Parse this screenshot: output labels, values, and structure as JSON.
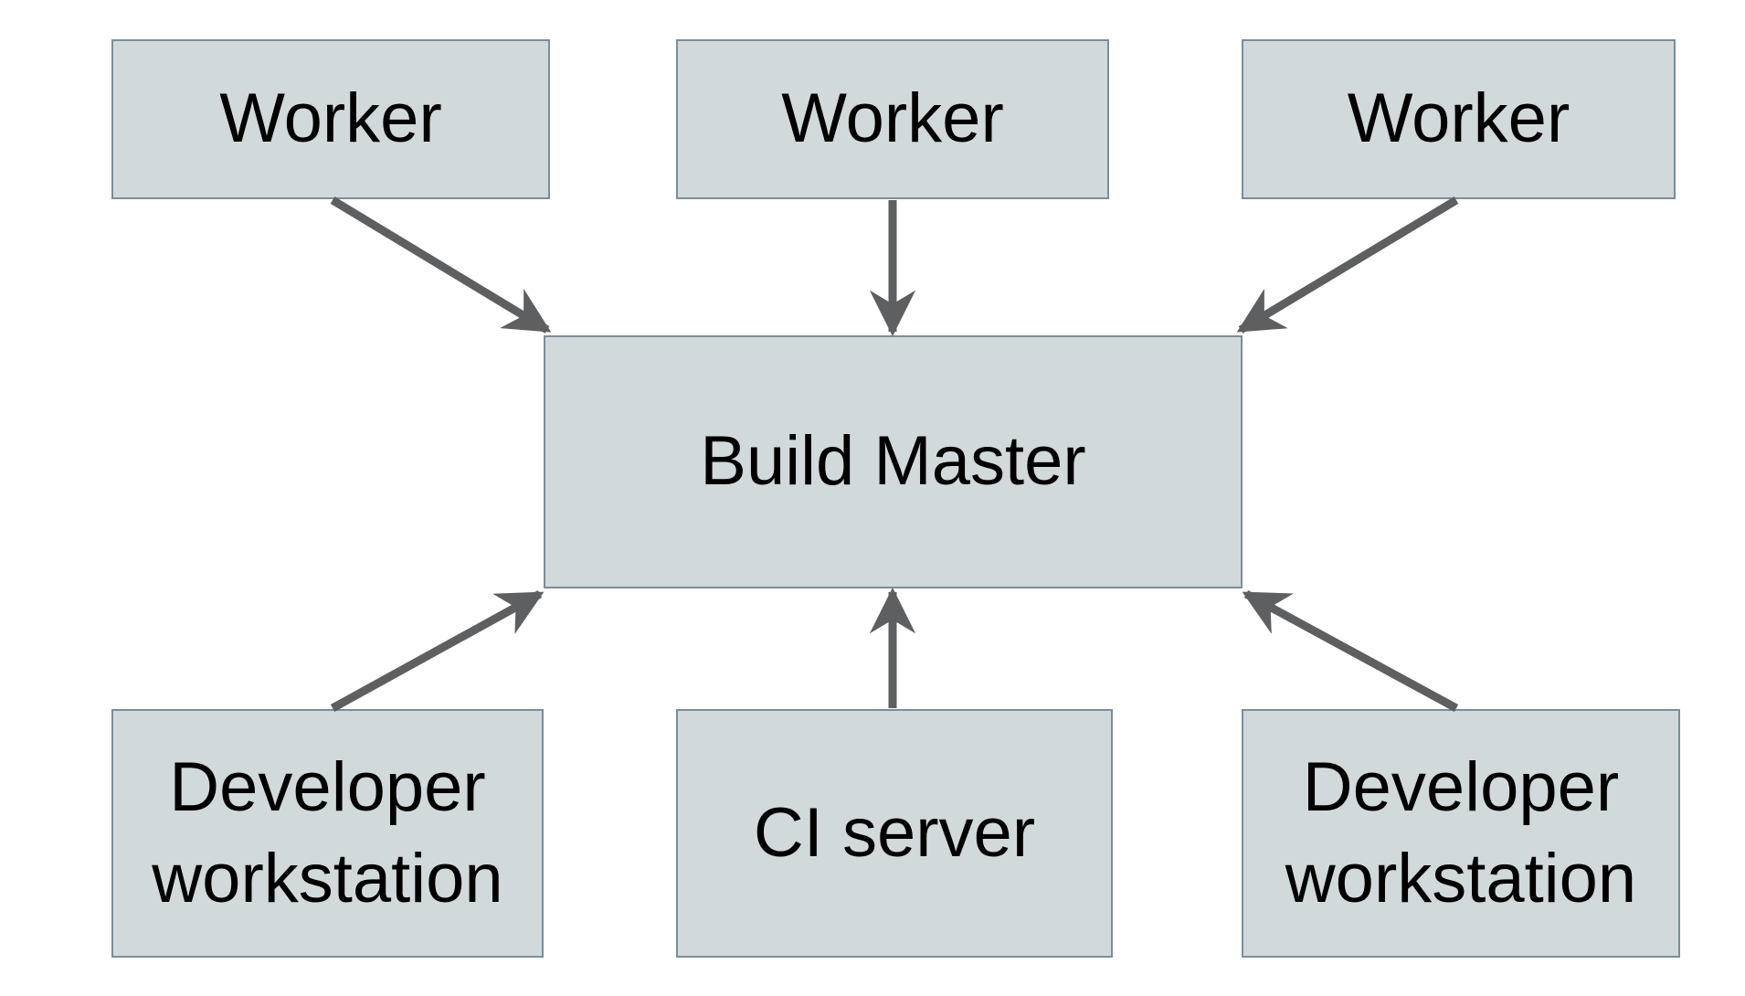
{
  "diagram": {
    "type": "architecture-diagram",
    "description": "Distributed build farm topology: three Workers report down to a central Build Master; two Developer workstations and a CI server submit up to the Build Master.",
    "colors": {
      "node_fill": "#d2d9db",
      "node_border": "#7b8e98",
      "arrow": "#5e5f61",
      "text": "#000000",
      "background": "#ffffff"
    },
    "nodes": {
      "worker_left": {
        "label": "Worker"
      },
      "worker_center": {
        "label": "Worker"
      },
      "worker_right": {
        "label": "Worker"
      },
      "build_master": {
        "label": "Build Master"
      },
      "dev_workstation_left": {
        "label": "Developer workstation"
      },
      "ci_server": {
        "label": "CI server"
      },
      "dev_workstation_right": {
        "label": "Developer workstation"
      }
    },
    "edges": [
      {
        "from": "worker_left",
        "to": "build_master"
      },
      {
        "from": "worker_center",
        "to": "build_master"
      },
      {
        "from": "worker_right",
        "to": "build_master"
      },
      {
        "from": "dev_workstation_left",
        "to": "build_master"
      },
      {
        "from": "ci_server",
        "to": "build_master"
      },
      {
        "from": "dev_workstation_right",
        "to": "build_master"
      }
    ]
  }
}
